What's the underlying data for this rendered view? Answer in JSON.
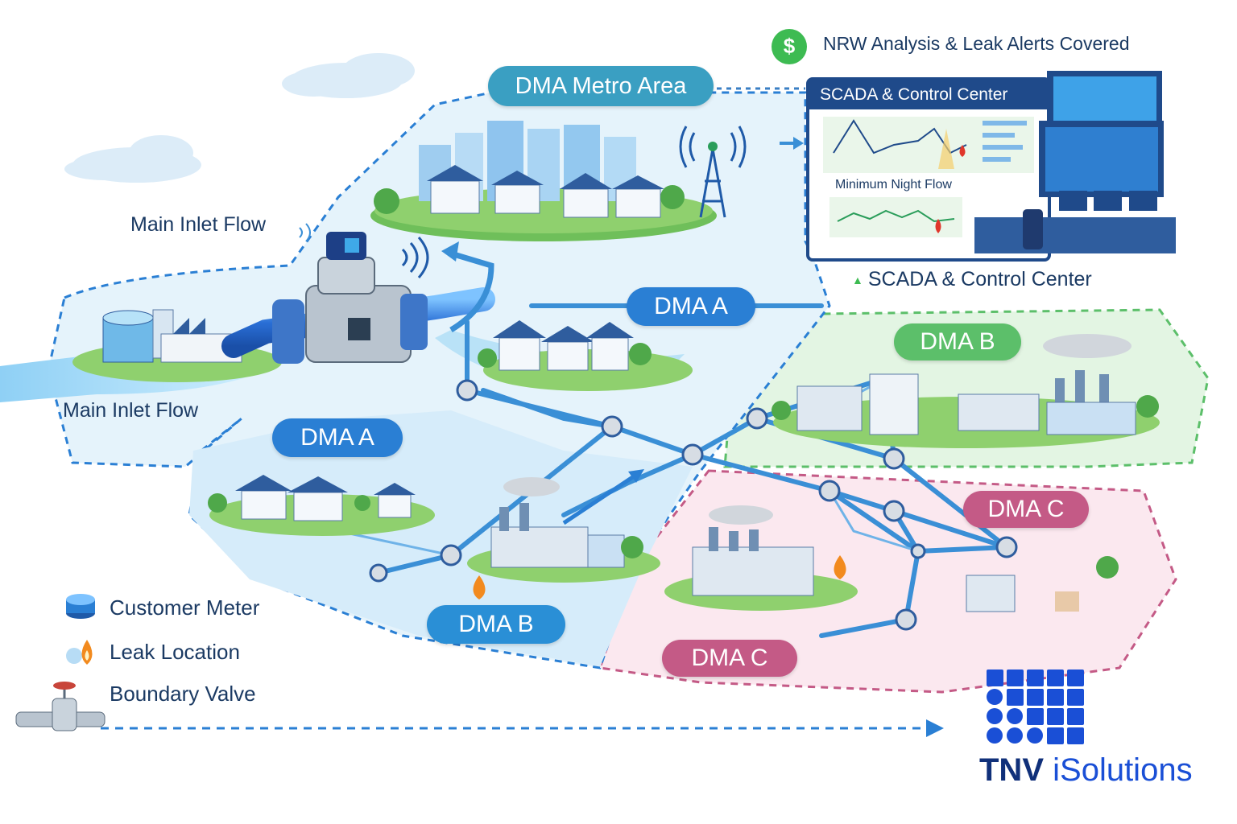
{
  "header": {
    "nrw_text": "NRW Analysis & Leak Alerts Covered",
    "dollar_symbol": "$"
  },
  "zones": {
    "metro": "DMA Metro Area",
    "dma_a_label_1": "DMA A",
    "dma_a_label_2": "DMA A",
    "dma_b_label_1": "DMA B",
    "dma_b_label_2": "DMA B",
    "dma_c_label_1": "DMA C",
    "dma_c_label_2": "DMA C"
  },
  "flow_labels": {
    "main_inlet_top": "Main Inlet Flow",
    "main_inlet_bottom": "Main Inlet Flow"
  },
  "scada": {
    "panel_title": "SCADA & Control Center",
    "chart_label": "Minimum Night Flow",
    "caption": "SCADA & Control Center"
  },
  "legend": [
    {
      "icon": "customer-meter-icon",
      "label": "Customer Meter"
    },
    {
      "icon": "leak-location-icon",
      "label": "Leak Location"
    },
    {
      "icon": "boundary-valve-icon",
      "label": "Boundary Valve"
    }
  ],
  "brand": {
    "name_bold": "TNV",
    "name_light": "iSolutions"
  },
  "colors": {
    "metro": "#3a9fc2",
    "dma_a": "#2a7fd4",
    "dma_b": "#5cbf6a",
    "dma_c": "#c45a86",
    "brand_blue": "#1a4fd6",
    "text_dark": "#1b3a63"
  }
}
